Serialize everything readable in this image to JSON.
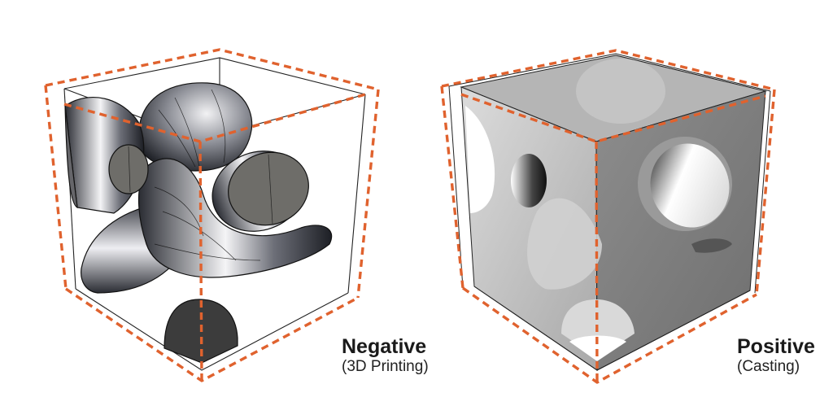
{
  "figure": {
    "accent_color": "#E0622E",
    "panels": [
      {
        "id": "negative",
        "title": "Negative",
        "subtitle": "(3D Printing)",
        "description": "Solid gyroid-like shaded surfaces with wireframe isolines inside a wireframe cube with orange dashed bounding box"
      },
      {
        "id": "positive",
        "title": "Positive",
        "subtitle": "(Casting)",
        "description": "Translucent grey block with carved-out spherical/tubular cavities inside a wireframe cube with orange dashed bounding box"
      }
    ]
  }
}
